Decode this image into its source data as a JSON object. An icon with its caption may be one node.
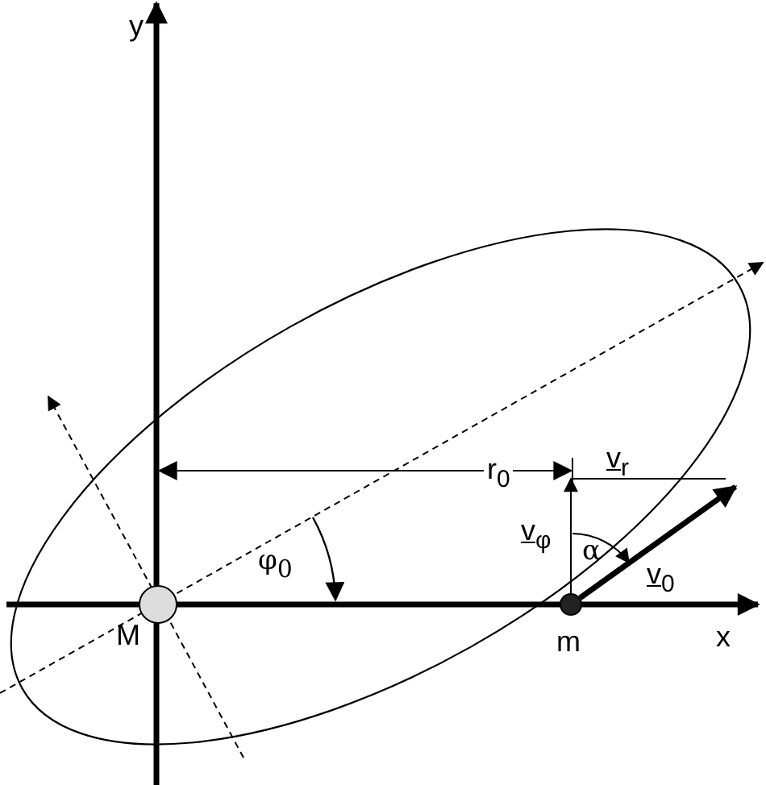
{
  "diagram": {
    "nodes": [
      {
        "text": [],
        "shape": "circle",
        "beside": [
          "M"
        ]
      },
      {
        "text": [],
        "shape": "circle",
        "beside": [
          "m"
        ]
      }
    ],
    "edges": [
      {
        "from": 1,
        "to": null,
        "arrow": "to",
        "label": "v$_{φ}$"
      },
      {
        "from": 1,
        "to": null,
        "arrow": "to",
        "label": "v$_{0}$",
        "style": "thick"
      }
    ],
    "labels": [
      "y",
      "r$_{0}$",
      "v$_{r}$",
      "φ$_{0}$",
      "α",
      "x"
    ]
  }
}
